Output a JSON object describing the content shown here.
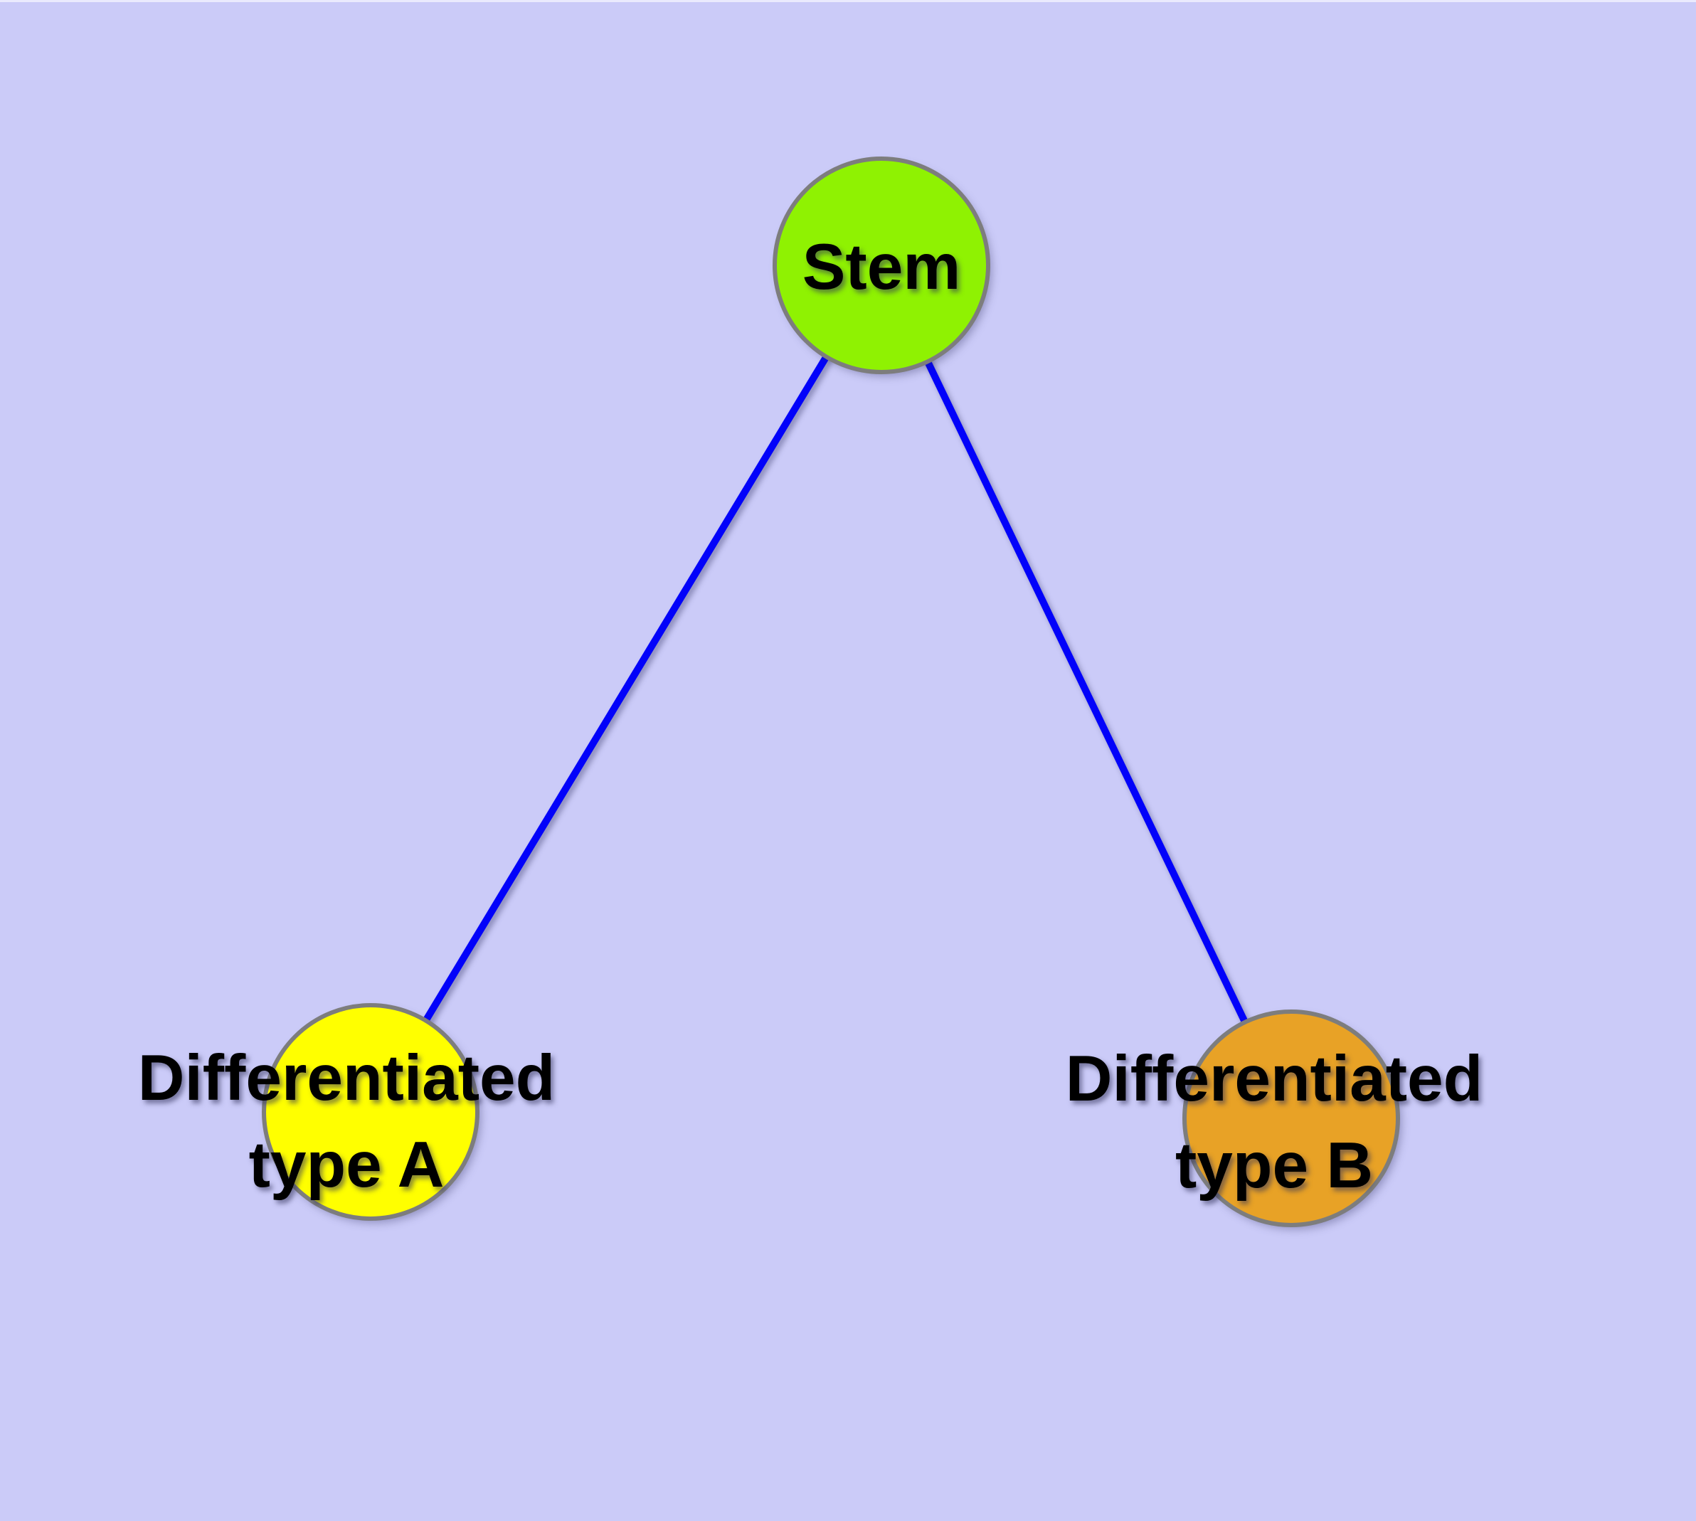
{
  "diagram": {
    "background_color": "#cbcbf8",
    "edge_color": "#0202fa",
    "node_border_color": "#7d7d7d",
    "nodes": {
      "stem": {
        "label": "Stem",
        "fill": "#8ff202"
      },
      "type_a": {
        "label": "Differentiated\ntype A",
        "fill": "#ffff00"
      },
      "type_b": {
        "label": "Differentiated\ntype B",
        "fill": "#e8a226"
      }
    },
    "edges": [
      {
        "from": "stem",
        "to": "type_a"
      },
      {
        "from": "stem",
        "to": "type_b"
      }
    ]
  }
}
